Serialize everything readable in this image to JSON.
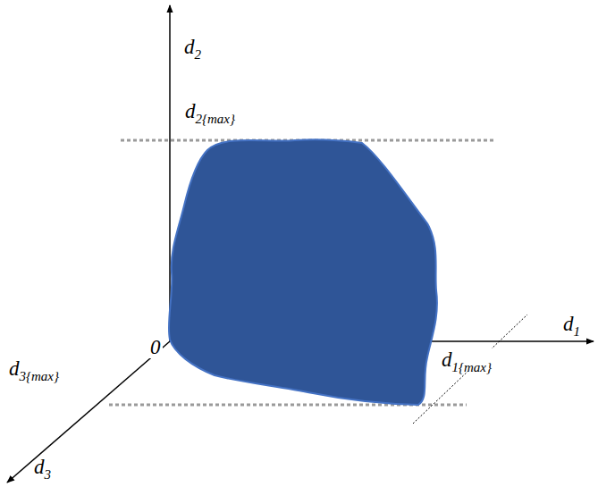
{
  "diagram": {
    "labels": [
      "d2",
      "d2{max}",
      "d1",
      "d1{max}",
      "0",
      "d3{max}",
      "d3"
    ]
  }
}
